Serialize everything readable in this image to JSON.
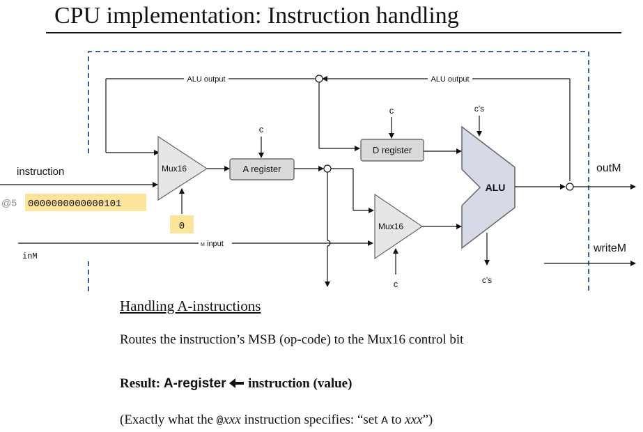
{
  "title": "CPU implementation: Instruction handling",
  "diagram": {
    "alu_output_left": "ALU output",
    "alu_output_right": "ALU output",
    "c_a_register": "c",
    "c_d_register": "c",
    "c_alu_top": "c's",
    "c_alu_bottom": "c's",
    "c_mux_bottom": "c",
    "instruction_label": "instruction",
    "instruction_prefix": "@5",
    "instruction_value": "0000000000000101",
    "mux_control_value": "0",
    "mux16_top": "Mux16",
    "mux16_bottom": "Mux16",
    "a_register": "A register",
    "d_register": "D register",
    "alu": "ALU",
    "outM": "outM",
    "writeM": "writeM",
    "inM": "inM",
    "m_input_prefix": "M",
    "m_input": "input"
  },
  "text": {
    "handling": "Handling A-instructions",
    "routes": "Routes the instruction’s MSB (op-code) to the Mux16 control bit",
    "result_label": "Result:",
    "result_a": "A-register",
    "result_rest": "instruction (value)",
    "exact_open": "(Exactly what the ",
    "exact_code": "@",
    "exact_xxx": "xxx",
    "exact_mid": " instruction specifies: “set ",
    "exact_A": "A",
    "exact_to": " to ",
    "exact_xxx2": "xxx",
    "exact_close": "”)"
  },
  "colors": {
    "highlight": "#fde49b",
    "register_fill": "#d9d9d9",
    "alu_fill": "#d5dae6",
    "mux_fill": "#e6e6e6",
    "dashed_border": "#3a5f9e"
  }
}
